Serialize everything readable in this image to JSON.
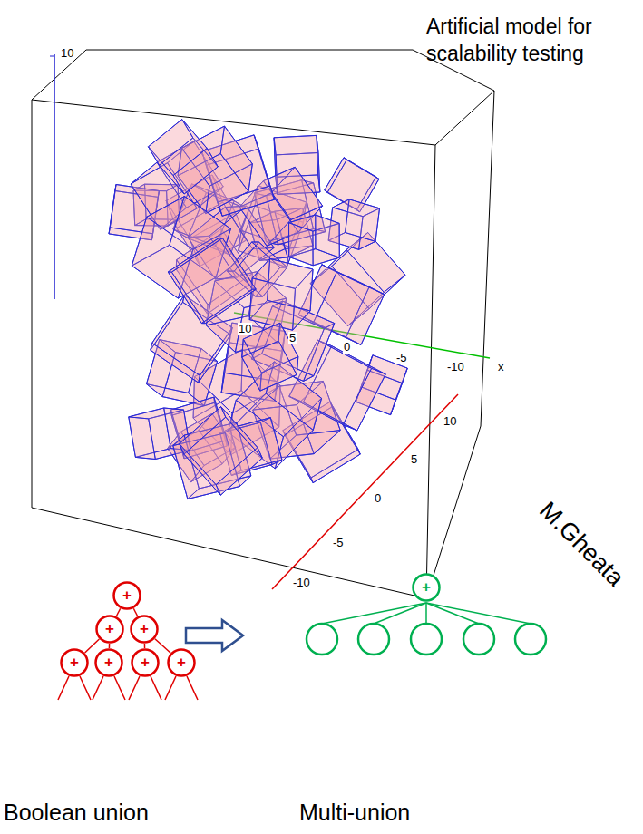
{
  "diagram": {
    "title": "Artificial model for scalability testing",
    "nodes": [
      {
        "text": [
          "+"
        ]
      },
      {
        "text": [
          "+"
        ]
      },
      {
        "text": [
          "+"
        ]
      },
      {
        "text": [
          "+"
        ]
      },
      {
        "text": [
          "+"
        ]
      },
      {
        "text": [
          "+"
        ]
      },
      {
        "text": [
          "+"
        ]
      },
      {
        "text": [
          "+"
        ]
      }
    ],
    "edges": [
      {
        "from": 0,
        "to": 1,
        "arrow": "none"
      },
      {
        "from": 0,
        "to": 2,
        "arrow": "none"
      },
      {
        "from": 1,
        "to": 3,
        "arrow": "none"
      },
      {
        "from": 1,
        "to": 4,
        "arrow": "none"
      },
      {
        "from": 2,
        "to": 5,
        "arrow": "none"
      },
      {
        "from": 2,
        "to": 6,
        "arrow": "none"
      }
    ],
    "labels": [
      "10",
      "10",
      "5",
      "0",
      "-5",
      "-10",
      "x",
      "10",
      "5",
      "0",
      "-5",
      "-10",
      "M.Gheata",
      "Boolean union",
      "Multi-union"
    ]
  }
}
